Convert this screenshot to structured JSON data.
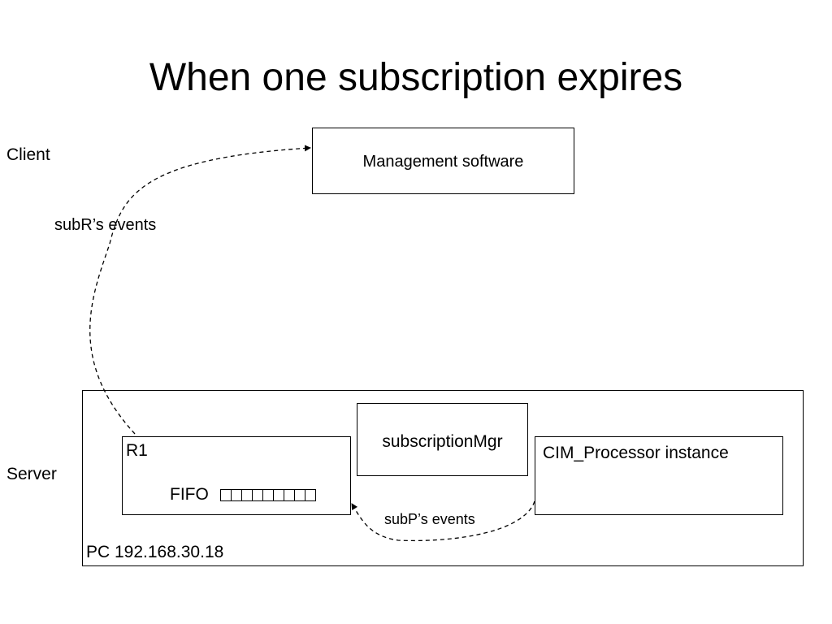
{
  "title": "When one subscription expires",
  "labels": {
    "client": "Client",
    "server": "Server",
    "subr_events": "subR’s events",
    "subp_events": "subP’s events"
  },
  "pc_box": {
    "label": "PC 192.168.30.18"
  },
  "management": {
    "label": "Management software"
  },
  "subscription_mgr": {
    "label": "subscriptionMgr"
  },
  "r1": {
    "label": "R1",
    "fifo_label": "FIFO",
    "fifo_cells": 9
  },
  "cim": {
    "label": "CIM_Processor instance"
  }
}
